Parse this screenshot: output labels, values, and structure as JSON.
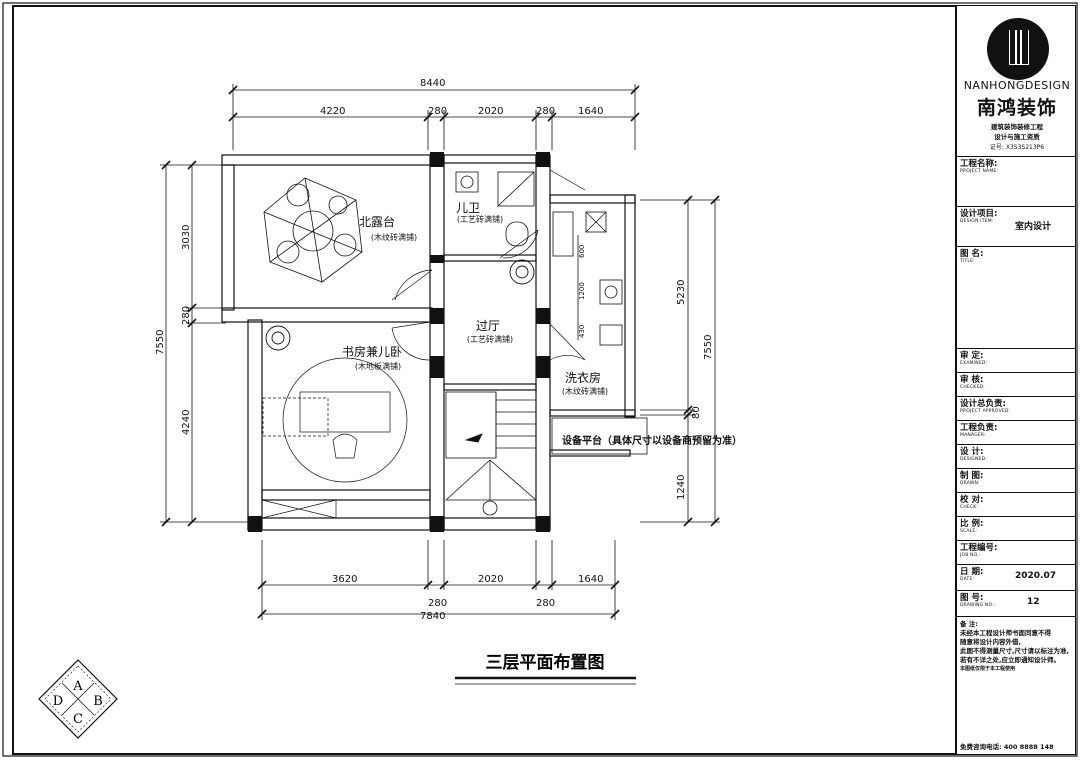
{
  "drawing": {
    "title": "三层平面布置图",
    "rooms": {
      "north_balcony": {
        "name": "北露台",
        "sub": "(木纹砖满铺)"
      },
      "child_bath": {
        "name": "儿卫",
        "sub": "(工艺砖满铺)"
      },
      "hallway": {
        "name": "过厅",
        "sub": "(工艺砖满铺)"
      },
      "study": {
        "name": "书房兼儿卧",
        "sub": "(木地板满铺)"
      },
      "laundry": {
        "name": "洗衣房",
        "sub": "(木纹砖满铺)"
      },
      "equipment": {
        "name": "设备平台（具体尺寸以设备商预留为准）"
      }
    },
    "dims_top": {
      "total": "8440",
      "d1": "4220",
      "d2": "280",
      "d3": "2020",
      "d4": "280",
      "d5": "1640"
    },
    "dims_bottom": {
      "total": "7840",
      "d1": "3620",
      "d2": "2020",
      "d3": "1640",
      "d4": "280",
      "d5": "280"
    },
    "dims_left": {
      "total": "7550",
      "d1": "3030",
      "d2": "280",
      "d3": "4240"
    },
    "dims_right": {
      "total": "7550",
      "d1": "5230",
      "d2": "80",
      "d3": "1240",
      "d4": "600",
      "d5": "1200",
      "d6": "430"
    },
    "stamp": {
      "a": "A",
      "b": "B",
      "c": "C",
      "d": "D"
    }
  },
  "title_block": {
    "brand_en": "NANHONGDESIGN",
    "brand_cn": "南鸿装饰",
    "tagline1": "建筑装饰装修工程",
    "tagline2": "设计与施工资质",
    "tagline3": "证号: X3S3S213P6",
    "rows": [
      {
        "label": "工程名称:",
        "en": "PROJECT NAME:",
        "value": ""
      },
      {
        "label": "设计项目:",
        "en": "DESIGN ITEM:",
        "value": "室内设计"
      },
      {
        "label": "图  名:",
        "en": "TITLE:",
        "value": ""
      },
      {
        "label": "审  定:",
        "en": "EXAMINED:",
        "value": ""
      },
      {
        "label": "审  核:",
        "en": "CHECKED:",
        "value": ""
      },
      {
        "label": "设计总负责:",
        "en": "PROJECT APPROVED:",
        "value": ""
      },
      {
        "label": "工程负责:",
        "en": "MANAGER:",
        "value": ""
      },
      {
        "label": "设  计:",
        "en": "DESIGNED:",
        "value": ""
      },
      {
        "label": "制  图:",
        "en": "DRAWN:",
        "value": ""
      },
      {
        "label": "校  对:",
        "en": "CHECK:",
        "value": ""
      },
      {
        "label": "比  例:",
        "en": "SCALE:",
        "value": ""
      },
      {
        "label": "工程编号:",
        "en": "JOB NO.:",
        "value": ""
      },
      {
        "label": "日  期:",
        "en": "DATE:",
        "value": "2020.07"
      },
      {
        "label": "图  号:",
        "en": "DRAWING NO.:",
        "value": "12"
      }
    ],
    "notes_title": "备  注:",
    "notes": [
      "未经本工程设计师书面同意不得",
      "随意将设计内容外借,",
      "此图不得测量尺寸,尺寸请以标注为准,",
      "若有不详之处,应立即通知设计师。",
      "本图纸仅限于本工程使用"
    ],
    "footer": "免费咨询电话: 400 8888 148"
  }
}
